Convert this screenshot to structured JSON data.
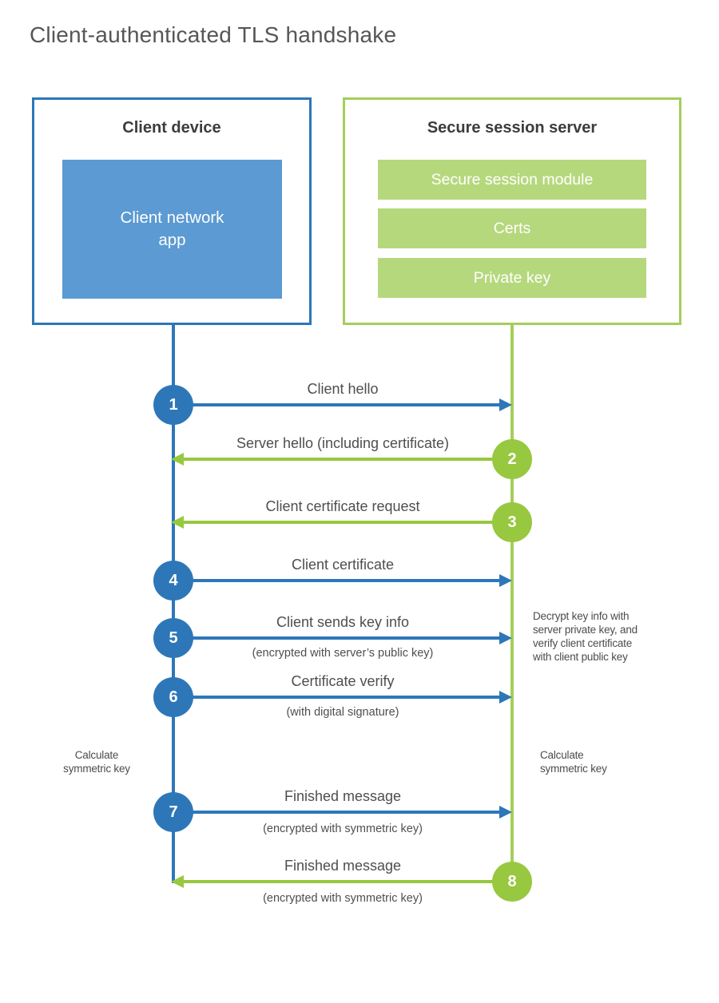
{
  "title": "Client-authenticated TLS handshake",
  "colors": {
    "blue_dark": "#2d77b8",
    "blue_fill": "#5b9ad2",
    "green_line": "#a5ce5c",
    "green_accent": "#97c83f",
    "green_fill": "#b6d87d",
    "text_gray": "#4e4e50"
  },
  "client_box": {
    "title": "Client device",
    "app_label": "Client network\napp"
  },
  "server_box": {
    "title": "Secure session server",
    "modules": [
      "Secure session module",
      "Certs",
      "Private key"
    ]
  },
  "steps": [
    {
      "number": "1",
      "label": "Client hello",
      "sublabel": "",
      "direction": "client-to-server"
    },
    {
      "number": "2",
      "label": "Server hello (including certificate)",
      "sublabel": "",
      "direction": "server-to-client"
    },
    {
      "number": "3",
      "label": "Client certificate request",
      "sublabel": "",
      "direction": "server-to-client"
    },
    {
      "number": "4",
      "label": "Client certificate",
      "sublabel": "",
      "direction": "client-to-server"
    },
    {
      "number": "5",
      "label": "Client sends key info",
      "sublabel": "(encrypted with server’s public key)",
      "direction": "client-to-server"
    },
    {
      "number": "6",
      "label": "Certificate verify",
      "sublabel": "(with digital signature)",
      "direction": "client-to-server"
    },
    {
      "number": "7",
      "label": "Finished message",
      "sublabel": "(encrypted with symmetric key)",
      "direction": "client-to-server"
    },
    {
      "number": "8",
      "label": "Finished message",
      "sublabel": "(encrypted with symmetric key)",
      "direction": "server-to-client"
    }
  ],
  "notes": {
    "decrypt": "Decrypt key info with\nserver private key, and\nverify client certificate\nwith client public key",
    "calc_left": "Calculate\nsymmetric key",
    "calc_right": "Calculate\nsymmetric key"
  }
}
